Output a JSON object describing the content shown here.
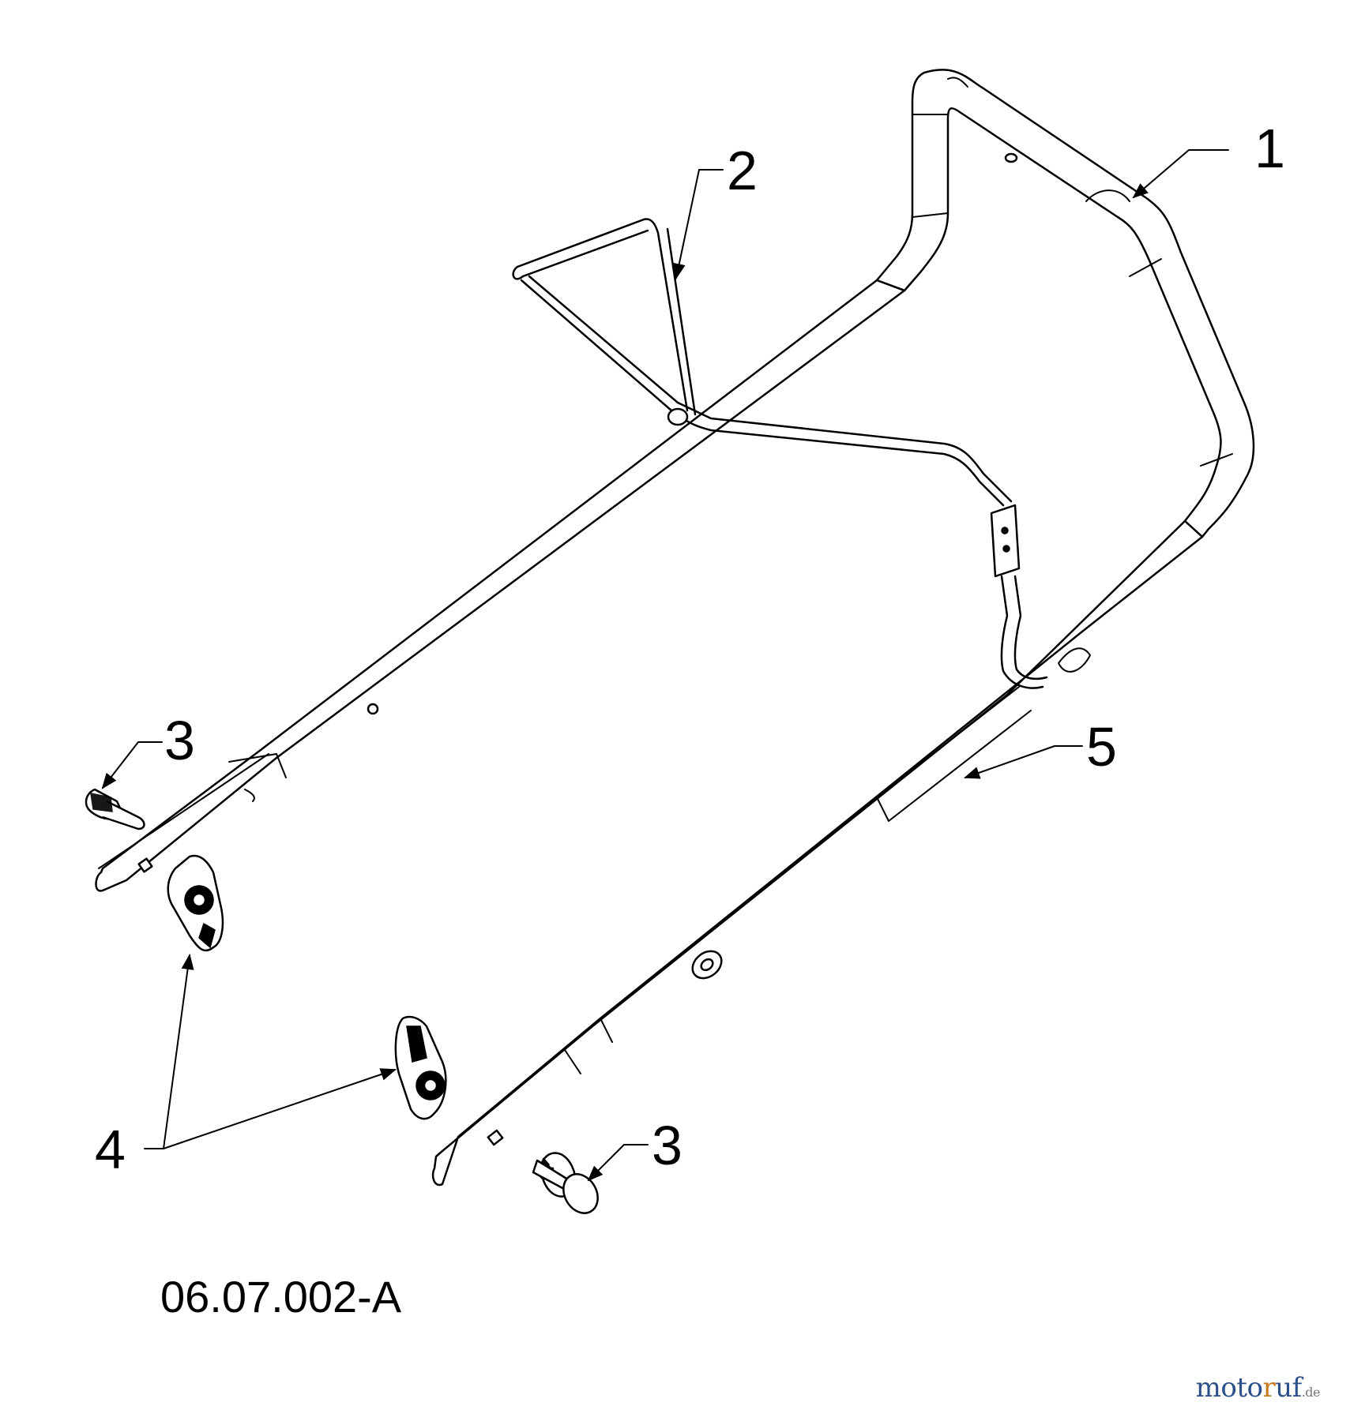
{
  "callouts": {
    "handle": "1",
    "control_bar": "2",
    "bolt_upper": "3",
    "bolt_lower": "3",
    "knob": "4",
    "lower_handle": "5"
  },
  "drawing_code": "06.07.002-A",
  "watermark": {
    "part1": "moto",
    "part2": "r",
    "part3": "uf",
    "suffix": ".de"
  }
}
